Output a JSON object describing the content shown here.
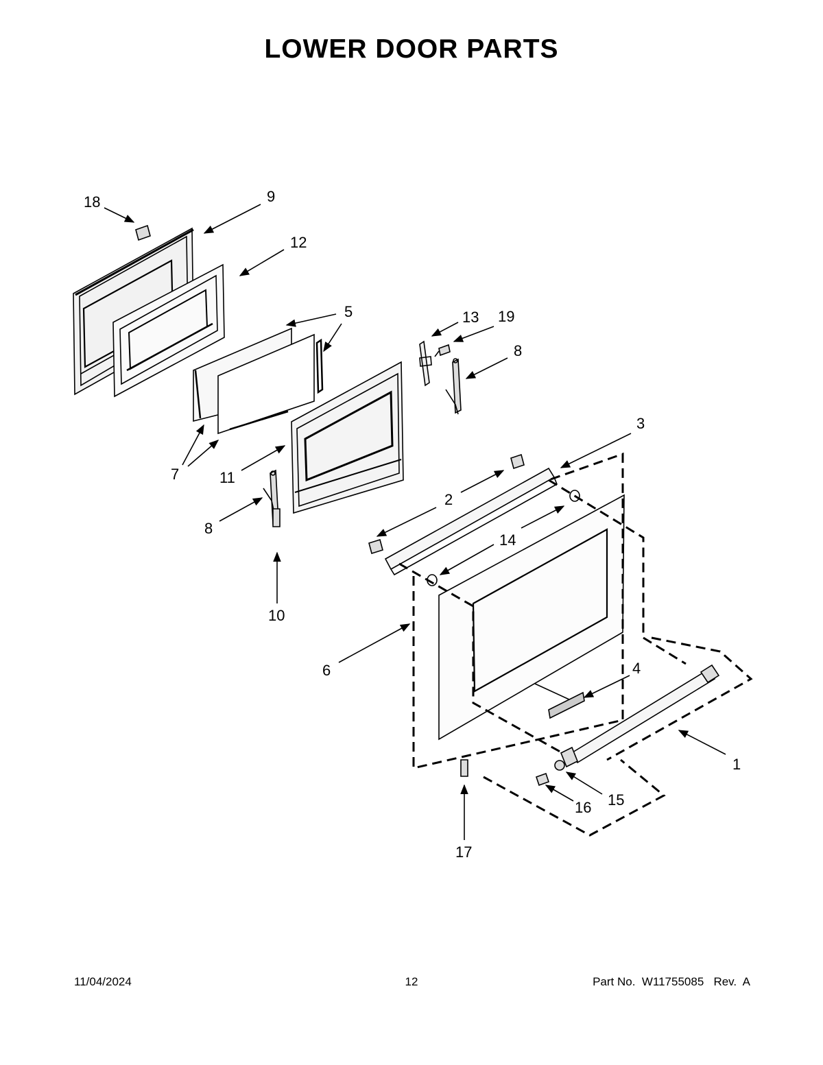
{
  "title": "LOWER DOOR PARTS",
  "callouts": [
    "1",
    "2",
    "3",
    "4",
    "5",
    "6",
    "7",
    "8",
    "8",
    "9",
    "10",
    "11",
    "12",
    "13",
    "14",
    "15",
    "16",
    "17",
    "18",
    "19"
  ],
  "footer": {
    "date": "11/04/2024",
    "page": "12",
    "part_label": "Part No.  W11755085   Rev.  A"
  }
}
